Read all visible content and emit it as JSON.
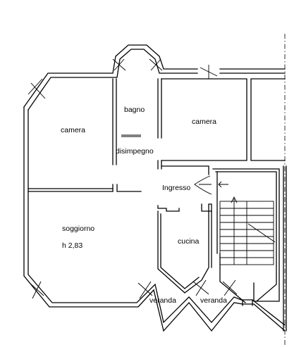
{
  "plan": {
    "rooms": {
      "camera_left": "camera",
      "bagno": "bagno",
      "camera_right": "camera",
      "disimpegno": "disimpegno",
      "ingresso": "Ingresso",
      "soggiorno": "soggiorno",
      "soggiorno_height": "h 2,83",
      "cucina": "cucina",
      "veranda_left": "veranda",
      "veranda_right": "veranda"
    }
  }
}
